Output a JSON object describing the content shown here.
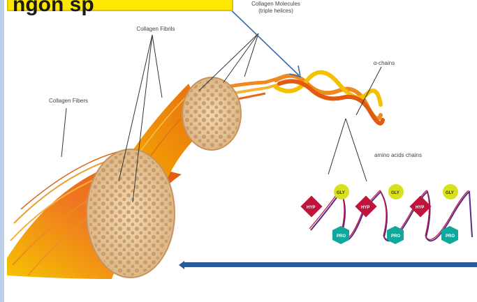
{
  "header": {
    "title_fragment": "ngon sp",
    "highlight_color": "#ffe800"
  },
  "labels": {
    "molecules": "Collagen Molecules",
    "molecules_sub": "(triple helices)",
    "fibrils": "Collagen Fibrils",
    "fibers": "Collagen Fibers",
    "alpha_chains": "α-chains",
    "amino_acid_chains": "amino acids chains"
  },
  "residues": {
    "hyp": "HYP",
    "gly": "GLY",
    "pro": "PRO"
  },
  "colors": {
    "fiber_orange": "#f07820",
    "cross_section": "#e8c89a",
    "hyp_color": "#c0143c",
    "gly_color": "#d8e020",
    "pro_color": "#10a89a",
    "arrow_blue": "#3a6ab0",
    "underline_blue": "#2b5a9a"
  }
}
